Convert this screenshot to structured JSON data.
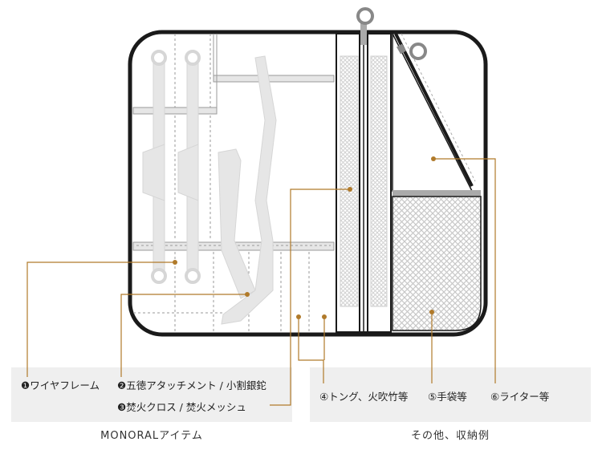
{
  "labels": {
    "l1": "❶ワイヤフレーム",
    "l2": "❷五徳アタッチメント / 小割銀鉈",
    "l3": "❸焚火クロス / 焚火メッシュ",
    "l4": "④トング、火吹竹等",
    "l5": "⑤手袋等",
    "l6": "⑥ライター等"
  },
  "groups": {
    "monoral": "MONORALアイテム",
    "other": "その他、収納例"
  },
  "colors": {
    "frame": "#1a1a1a",
    "item": "#e6e6e6",
    "leader": "#b07a2a",
    "panel": "#efefef",
    "mesh": "#d4d4d4"
  }
}
